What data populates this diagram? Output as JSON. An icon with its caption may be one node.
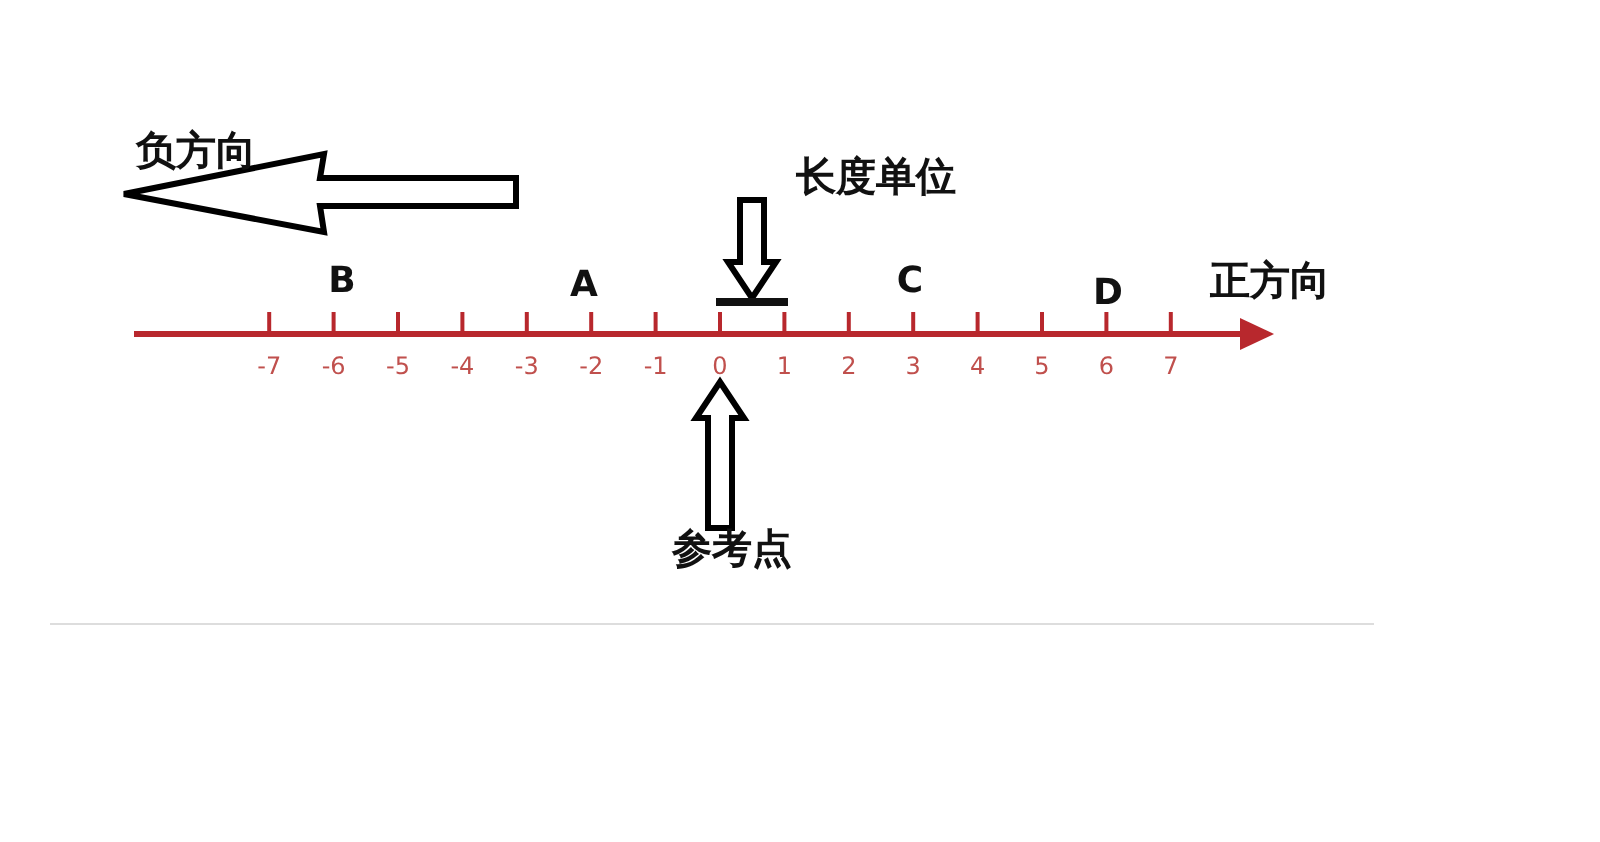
{
  "diagram": {
    "nodes": [
      {
        "text": [
          "长度单位"
        ]
      },
      {
        "text": [],
        "shape": "bar"
      },
      {
        "text": [
          "0"
        ]
      },
      {
        "text": [
          "参考点"
        ]
      }
    ],
    "edges": [
      {
        "from": 0,
        "to": 1,
        "arrow": "to"
      },
      {
        "from": 3,
        "to": 2,
        "arrow": "to"
      }
    ],
    "labels": [
      "负方向",
      "B",
      "A",
      "C",
      "D",
      "正方向",
      "-7",
      "-6",
      "-5",
      "-4",
      "-3",
      "-2",
      "-1",
      "1",
      "2",
      "3",
      "4",
      "5",
      "6",
      "7"
    ]
  }
}
